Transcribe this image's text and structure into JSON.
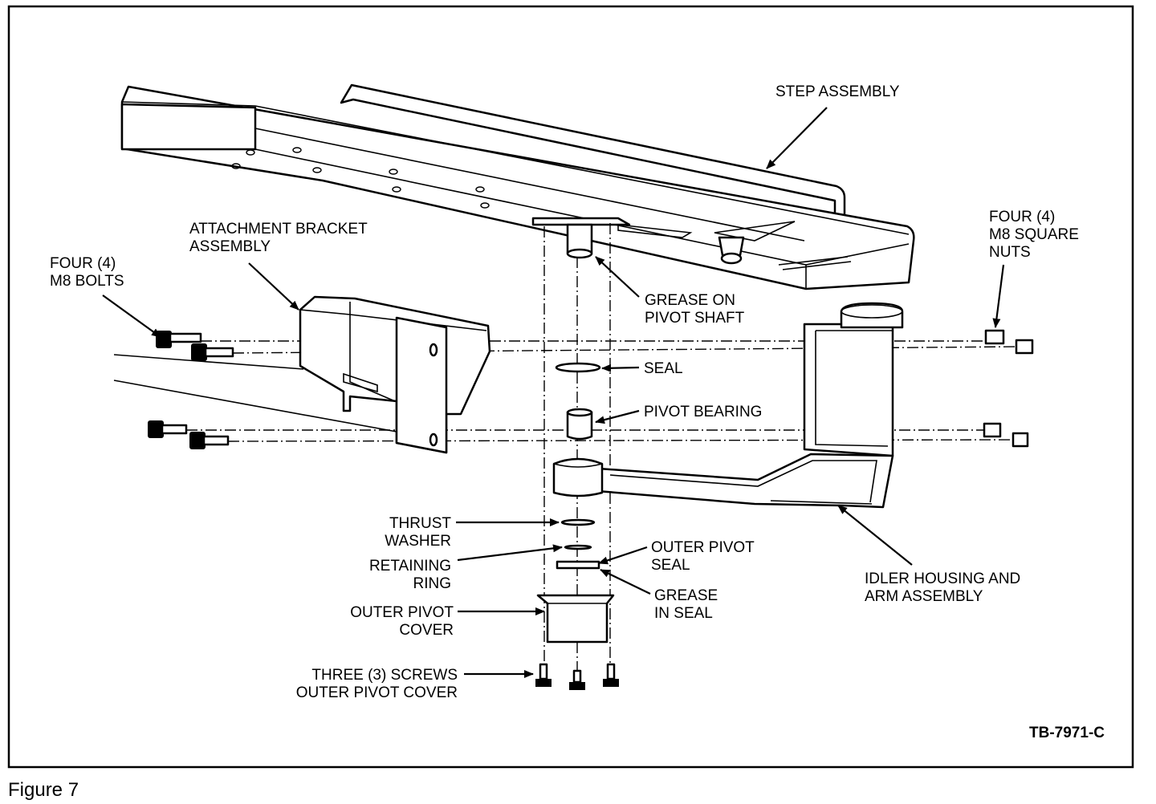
{
  "labels": {
    "step_assembly": "STEP ASSEMBLY",
    "attachment_bracket": [
      "ATTACHMENT BRACKET",
      "ASSEMBLY"
    ],
    "four_bolts": [
      "FOUR (4)",
      "M8 BOLTS"
    ],
    "four_nuts": [
      "FOUR (4)",
      "M8 SQUARE",
      "NUTS"
    ],
    "grease_pivot_shaft": [
      "GREASE ON",
      "PIVOT SHAFT"
    ],
    "seal": "SEAL",
    "pivot_bearing": "PIVOT BEARING",
    "thrust_washer": [
      "THRUST",
      "WASHER"
    ],
    "retaining_ring": [
      "RETAINING",
      "RING"
    ],
    "outer_pivot_seal": [
      "OUTER PIVOT",
      "SEAL"
    ],
    "grease_in_seal": [
      "GREASE",
      "IN SEAL"
    ],
    "outer_pivot_cover": [
      "OUTER PIVOT",
      "COVER"
    ],
    "three_screws": [
      "THREE (3) SCREWS",
      "OUTER PIVOT COVER"
    ],
    "idler_housing": [
      "IDLER HOUSING AND",
      "ARM ASSEMBLY"
    ]
  },
  "drawing_code": "TB-7971-C",
  "caption": "Figure 7"
}
